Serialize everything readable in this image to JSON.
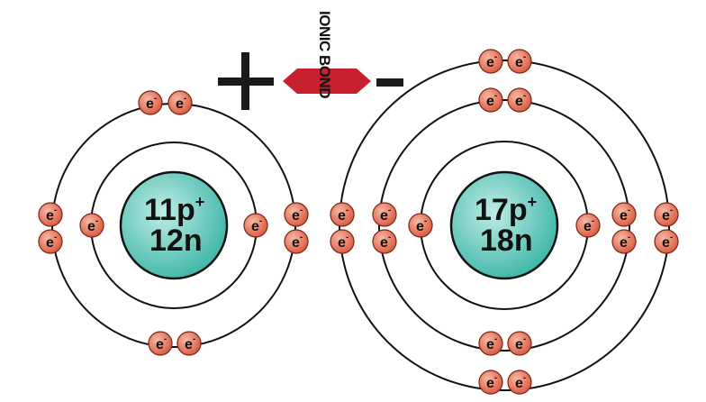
{
  "colors": {
    "background": "#ffffff",
    "orbit": "#111111",
    "nucleus": "#3fb7a8",
    "nucleus_light": "#bfece6",
    "electron": "#d9573d",
    "electron_light": "#f7b9a5",
    "bond_arrow": "#c8202f",
    "sign": "#1a1a1a"
  },
  "left_atom": {
    "protons_text": "11p",
    "proton_charge": "+",
    "neutrons_text": "12n",
    "electron_symbol": "e",
    "electron_charge": "-"
  },
  "right_atom": {
    "protons_text": "17p",
    "proton_charge": "+",
    "neutrons_text": "18n",
    "electron_symbol": "e",
    "electron_charge": "-"
  },
  "bond": {
    "label": "IONIC BOND",
    "left_charge": "+",
    "right_charge": "-"
  }
}
